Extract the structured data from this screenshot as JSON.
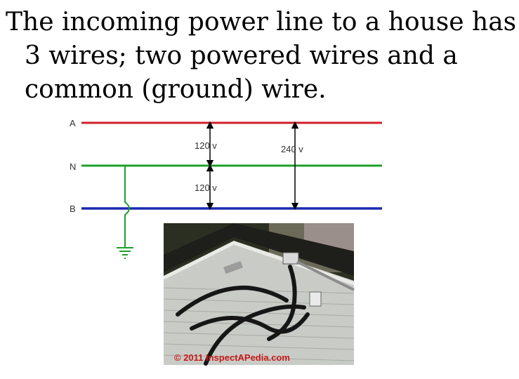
{
  "title": "The incoming power line to a house has 3 wires; two powered wires and a common (ground) wire.",
  "diagram": {
    "wires": [
      {
        "label": "A",
        "color": "#d0202a"
      },
      {
        "label": "N",
        "color": "#1ea02a"
      },
      {
        "label": "B",
        "color": "#1b2ab0"
      }
    ],
    "voltages": {
      "a_to_n": "120 v",
      "n_to_b": "120 v",
      "a_to_b": "240 v"
    },
    "ground_symbol": "ground-icon"
  },
  "photo": {
    "description_icon": "service-drop-photo",
    "credit": "© 2011 InspectAPedia.com",
    "credit_color": "#c81818"
  }
}
